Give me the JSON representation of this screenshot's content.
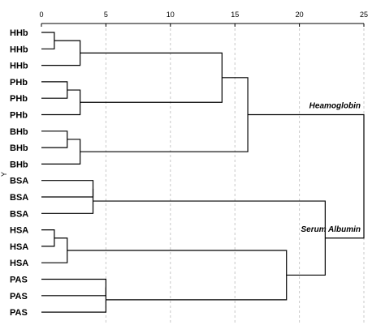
{
  "chart_data": {
    "type": "dendrogram",
    "ylabel": "Y",
    "xlim": [
      0,
      25
    ],
    "xticks": [
      "0",
      "5",
      "10",
      "15",
      "20",
      "25"
    ],
    "grid": true,
    "leaves": [
      "HHb",
      "HHb",
      "HHb",
      "PHb",
      "PHb",
      "PHb",
      "BHb",
      "BHb",
      "BHb",
      "BSA",
      "BSA",
      "BSA",
      "HSA",
      "HSA",
      "HSA",
      "PAS",
      "PAS",
      "PAS"
    ],
    "merges": [
      {
        "id": "c1",
        "children": [
          "L0",
          "L1"
        ],
        "distance": 1.0
      },
      {
        "id": "c2",
        "children": [
          "c1",
          "L2"
        ],
        "distance": 3.0
      },
      {
        "id": "c3",
        "children": [
          "L3",
          "L4"
        ],
        "distance": 2.0
      },
      {
        "id": "c4",
        "children": [
          "c3",
          "L5"
        ],
        "distance": 3.0
      },
      {
        "id": "c5",
        "children": [
          "L6",
          "L7"
        ],
        "distance": 2.0
      },
      {
        "id": "c6",
        "children": [
          "c5",
          "L8"
        ],
        "distance": 3.0
      },
      {
        "id": "c7",
        "children": [
          "c2",
          "c4"
        ],
        "distance": 14.0
      },
      {
        "id": "c8",
        "children": [
          "c7",
          "c6"
        ],
        "distance": 16.0
      },
      {
        "id": "c9",
        "children": [
          "L9",
          "L10"
        ],
        "distance": 4.0
      },
      {
        "id": "c10",
        "children": [
          "c9",
          "L11"
        ],
        "distance": 4.0
      },
      {
        "id": "c11",
        "children": [
          "L12",
          "L13"
        ],
        "distance": 1.0
      },
      {
        "id": "c12",
        "children": [
          "c11",
          "L14"
        ],
        "distance": 2.0
      },
      {
        "id": "c13",
        "children": [
          "L15",
          "L16"
        ],
        "distance": 5.0
      },
      {
        "id": "c14",
        "children": [
          "c13",
          "L17"
        ],
        "distance": 5.0
      },
      {
        "id": "c15",
        "children": [
          "c12",
          "c14"
        ],
        "distance": 19.0
      },
      {
        "id": "c16",
        "children": [
          "c10",
          "c15"
        ],
        "distance": 22.0
      },
      {
        "id": "c17",
        "children": [
          "c8",
          "c16"
        ],
        "distance": 25.0
      }
    ],
    "annotations": [
      {
        "text": "Heamoglobin",
        "cluster": "c8"
      },
      {
        "text": "Serum Albumin",
        "cluster": "c16"
      }
    ]
  }
}
